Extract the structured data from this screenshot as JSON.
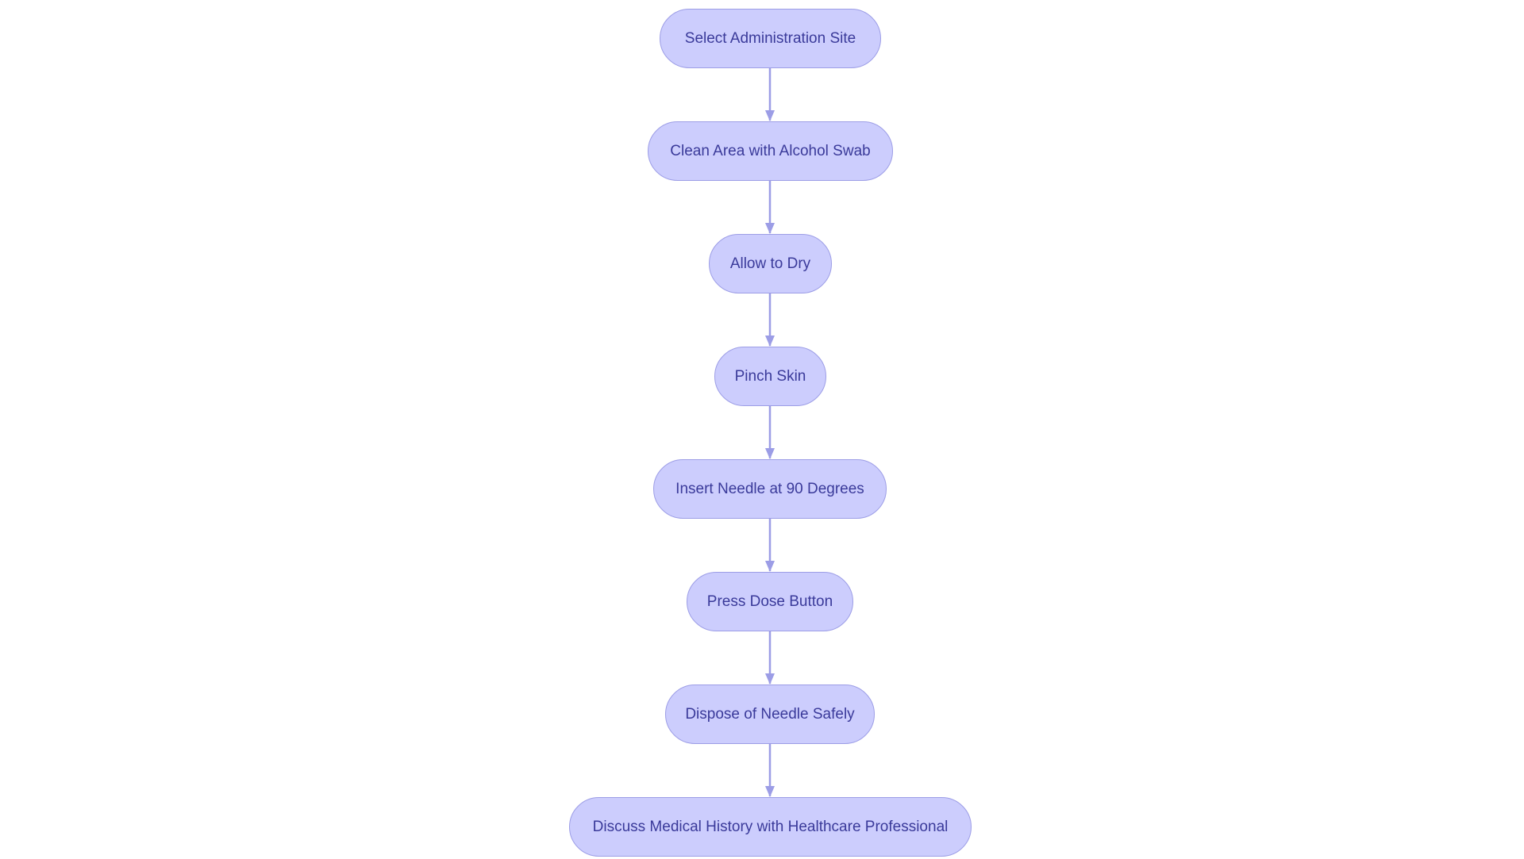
{
  "colors": {
    "node_fill": "#cccdfd",
    "node_border": "#9c9de6",
    "node_text": "#3a3a9a",
    "edge": "#9c9de6"
  },
  "flowchart": {
    "nodes": [
      {
        "id": "n1",
        "label": "Select Administration Site"
      },
      {
        "id": "n2",
        "label": "Clean Area with Alcohol Swab"
      },
      {
        "id": "n3",
        "label": "Allow to Dry"
      },
      {
        "id": "n4",
        "label": "Pinch Skin"
      },
      {
        "id": "n5",
        "label": "Insert Needle at 90 Degrees"
      },
      {
        "id": "n6",
        "label": "Press Dose Button"
      },
      {
        "id": "n7",
        "label": "Dispose of Needle Safely"
      },
      {
        "id": "n8",
        "label": "Discuss Medical History with Healthcare Professional"
      }
    ],
    "edges": [
      {
        "from": "n1",
        "to": "n2"
      },
      {
        "from": "n2",
        "to": "n3"
      },
      {
        "from": "n3",
        "to": "n4"
      },
      {
        "from": "n4",
        "to": "n5"
      },
      {
        "from": "n5",
        "to": "n6"
      },
      {
        "from": "n6",
        "to": "n7"
      },
      {
        "from": "n7",
        "to": "n8"
      }
    ]
  }
}
